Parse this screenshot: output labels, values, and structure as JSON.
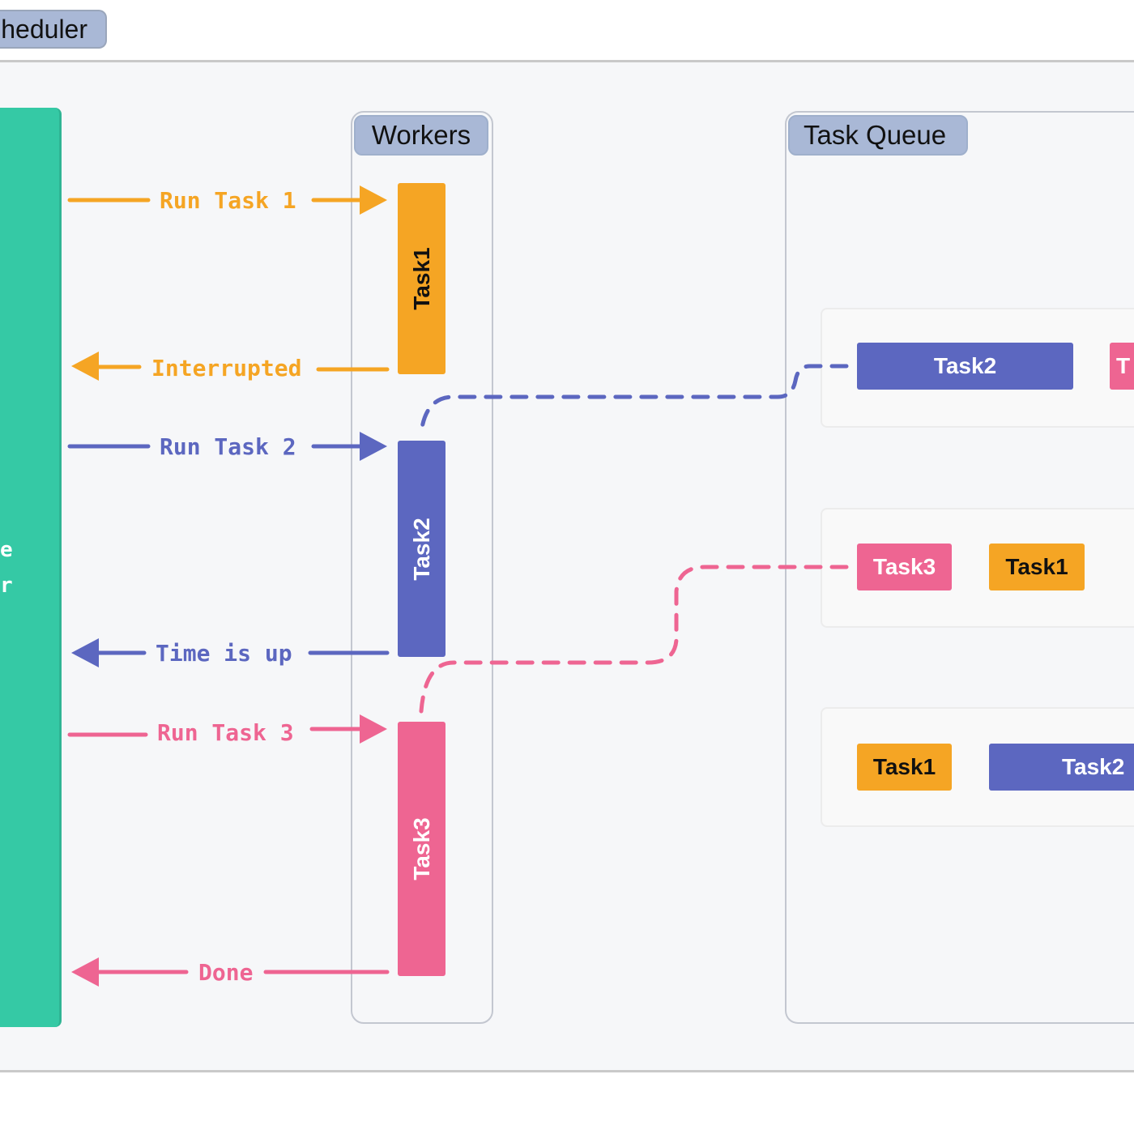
{
  "header": {
    "tab_label": "heduler"
  },
  "left_panel": {
    "text_lines": [
      "e",
      "r"
    ],
    "color": "#35c9a5"
  },
  "workers": {
    "title": "Workers",
    "bars": [
      {
        "label": "Task1",
        "color": "#f5a524"
      },
      {
        "label": "Task2",
        "color": "#5c67c0"
      },
      {
        "label": "Task3",
        "color": "#ee6592"
      }
    ]
  },
  "task_queue": {
    "title": "Task Queue",
    "rows": [
      {
        "chips": [
          {
            "label": "Task2",
            "color": "#5c67c0"
          },
          {
            "label": "T",
            "color": "#ee6592"
          }
        ]
      },
      {
        "chips": [
          {
            "label": "Task3",
            "color": "#ee6592"
          },
          {
            "label": "Task1",
            "color": "#f5a524"
          }
        ]
      },
      {
        "chips": [
          {
            "label": "Task1",
            "color": "#f5a524"
          },
          {
            "label": "Task2",
            "color": "#5c67c0"
          }
        ]
      }
    ]
  },
  "messages": [
    {
      "label": "Run Task 1",
      "direction": "right",
      "color": "#f5a524"
    },
    {
      "label": "Interrupted",
      "direction": "left",
      "color": "#f5a524"
    },
    {
      "label": "Run Task 2",
      "direction": "right",
      "color": "#5c67c0"
    },
    {
      "label": "Time is up",
      "direction": "left",
      "color": "#5c67c0"
    },
    {
      "label": "Run Task 3",
      "direction": "right",
      "color": "#ee6592"
    },
    {
      "label": "Done",
      "direction": "left",
      "color": "#ee6592"
    }
  ]
}
